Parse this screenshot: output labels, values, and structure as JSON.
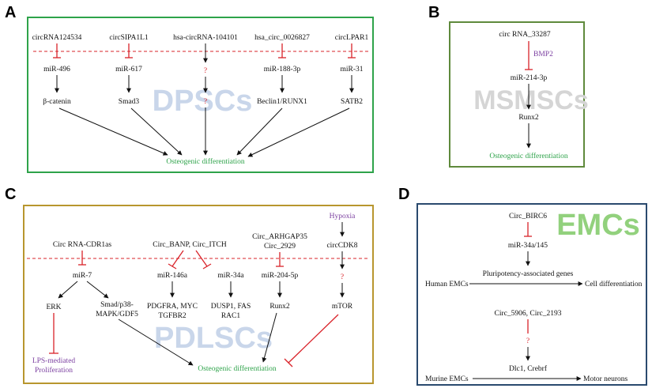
{
  "colors": {
    "green": "#2ea34a",
    "olive": "#5f8a3c",
    "gold": "#b8962e",
    "navy": "#2a4a6e",
    "red": "#d9232a",
    "purple": "#7b3fa0",
    "watermark_blue": "#c9d6ea",
    "watermark_gray": "#d5d5d5",
    "watermark_green": "#92d17d"
  },
  "panelA": {
    "letter": "A",
    "watermark": "DPSCs",
    "col1": {
      "circ": "circRNA124534",
      "mir": "miR-496",
      "target": "β-catenin"
    },
    "col2": {
      "circ": "circSIPA1L1",
      "mir": "miR-617",
      "target": "Smad3"
    },
    "col3": {
      "circ": "hsa-circRNA-104101",
      "q1": "?",
      "q2": "?"
    },
    "col4": {
      "circ": "hsa_circ_0026827",
      "mir": "miR-188-3p",
      "target": "Beclin1/RUNX1"
    },
    "col5": {
      "circ": "circLPAR1",
      "mir": "miR-31",
      "target": "SATB2"
    },
    "outcome": "Osteogenic differentiation"
  },
  "panelB": {
    "letter": "B",
    "watermark": "MSMSCs",
    "circ": "circ RNA_33287",
    "side": "BMP2",
    "mir": "miR-214-3p",
    "target": "Runx2",
    "outcome": "Osteogenic differentiation"
  },
  "panelC": {
    "letter": "C",
    "watermark": "PDLSCs",
    "c1": {
      "circ": "Circ RNA-CDR1as",
      "mir": "miR-7",
      "erk": "ERK",
      "smad1": "Smad/p38-",
      "smad2": "MAPK/GDF5",
      "lps1": "LPS-mediated",
      "lps2": "Proliferation"
    },
    "c2": {
      "circ": "Circ_BANP, Circ_ITCH",
      "mirA": "miR-146a",
      "mirB": "miR-34a",
      "tA1": "PDGFRA, MYC",
      "tA2": "TGFBR2",
      "tB1": "DUSP1, FAS",
      "tB2": "RAC1"
    },
    "c3": {
      "circ1": "Circ_ARHGAP35",
      "circ2": "Circ_2929",
      "mir": "miR-204-5p",
      "target": "Runx2"
    },
    "c4": {
      "hypoxia": "Hypoxia",
      "circ": "circCDK8",
      "q": "?",
      "target": "mTOR"
    },
    "outcome": "Osteogenic differentiation"
  },
  "panelD": {
    "letter": "D",
    "watermark": "EMCs",
    "circ1": "Circ_BIRC6",
    "mir": "miR-34a/145",
    "pluri": "Pluripotency-associated genes",
    "human": "Human EMCs",
    "cell": "Cell differentiation",
    "circ2": "Circ_5906, Circ_2193",
    "q": "?",
    "dlc": "Dlc1, Crebrf",
    "murine": "Murine EMCs",
    "motor": "Motor neurons"
  }
}
